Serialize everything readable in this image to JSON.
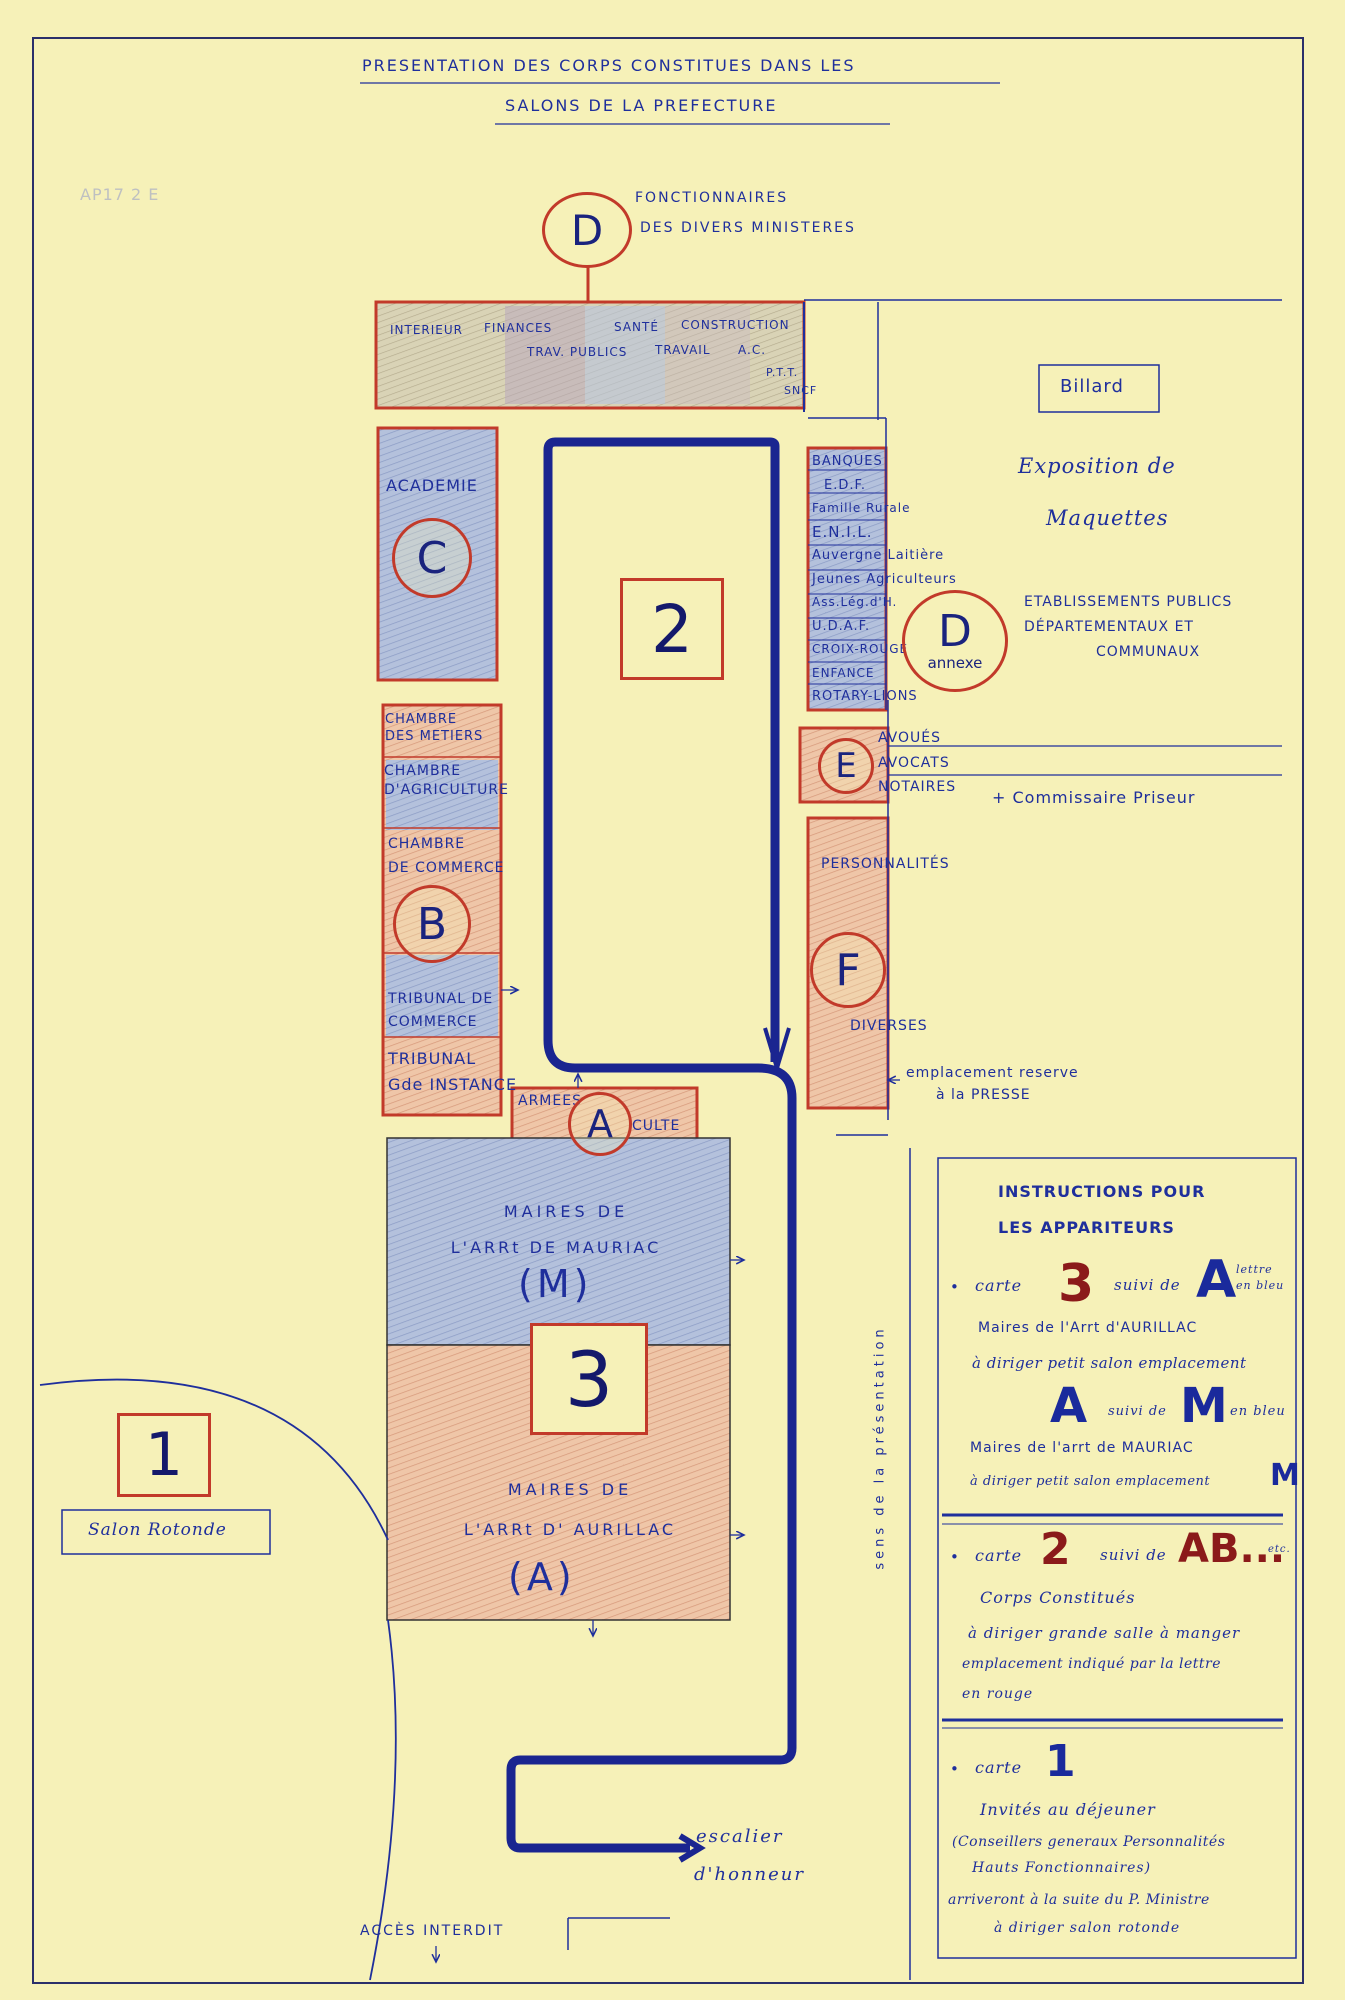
{
  "title": {
    "line1": "PRESENTATION DES CORPS CONSTITUES DANS LES",
    "line2": "SALONS DE LA PREFECTURE"
  },
  "stamp": "AP17 2 E",
  "groups": {
    "d_label": "D",
    "d_text1": "FONCTIONNAIRES",
    "d_text2": "DES DIVERS MINISTERES",
    "ministries": {
      "m1": "INTERIEUR",
      "m2": "FINANCES",
      "m3": "SANTÉ",
      "m4": "CONSTRUCTION",
      "m5": "TRAV. PUBLICS",
      "m6": "TRAVAIL",
      "m7": "A.C.",
      "m8": "P.T.T.",
      "m9": "SNCF"
    },
    "c_label": "C",
    "academie": "ACADEMIE",
    "b_label": "B",
    "chambre_metiers": [
      "CHAMBRE",
      "DES METIERS"
    ],
    "chambre_agri": [
      "CHAMBRE",
      "D'AGRICULTURE"
    ],
    "chambre_commerce": [
      "CHAMBRE",
      "DE COMMERCE"
    ],
    "tribunal_commerce": [
      "TRIBUNAL DE",
      "COMMERCE"
    ],
    "tribunal_instance": [
      "TRIBUNAL",
      "Gde INSTANCE"
    ],
    "a_label": "A",
    "armees": "ARMEES",
    "culte": "CULTE",
    "right_list": [
      "BANQUES",
      "E.D.F.",
      "Famille Rurale",
      "E.N.I.L.",
      "Auvergne Laitière",
      "Jeunes Agriculteurs",
      "Ass.Lég.d'H.",
      "U.D.A.F.",
      "CROIX-ROUGE",
      "ENFANCE",
      "ROTARY-LIONS"
    ],
    "d_annex_label": "D",
    "d_annex_text": "annexe",
    "e_label": "E",
    "avoues": "AVOUÉS",
    "avocats": "AVOCATS",
    "notaires": "NOTAIRES",
    "commissaire": "+ Commissaire Priseur",
    "f_label": "F",
    "personnalites": "PERSONNALITÉS",
    "diverses": "DIVERSES",
    "presse": [
      "emplacement reserve",
      "à la PRESSE"
    ]
  },
  "rooms": {
    "billard": "Billard",
    "expo": [
      "Exposition de",
      "Maquettes"
    ],
    "etablissements": [
      "ETABLISSEMENTS PUBLICS",
      "DÉPARTEMENTAUX ET",
      "COMMUNAUX"
    ],
    "salon2": "2",
    "salon3": "3",
    "mauriac": [
      "MAIRES DE",
      "L'ARRt DE MAURIAC",
      "(M)"
    ],
    "aurillac": [
      "MAIRES DE",
      "L'ARRt D' AURILLAC",
      "(A)"
    ],
    "salon1": "1",
    "rotonde": "Salon Rotonde",
    "sens": "sens de la présentation",
    "escalier": [
      "escalier",
      "d'honneur"
    ],
    "acces": "ACCÈS INTERDIT"
  },
  "instructions": {
    "title1": "INSTRUCTIONS POUR",
    "title2": "LES APPARITEURS",
    "s1_carte": "carte",
    "s1_num": "3",
    "s1_suivi": "suivi de",
    "s1_letter": "A",
    "s1_note": [
      "lettre",
      "en bleu"
    ],
    "s1_l1": "Maires de l'Arrt d'AURILLAC",
    "s1_l2": "à diriger petit salon emplacement",
    "s1_letter2": "A",
    "s1_suivi2": "suivi de",
    "s1_letter3": "M",
    "s1_enbleu": "en bleu",
    "s1_l3": "Maires de l'arrt de MAURIAC",
    "s1_l4": "à diriger petit salon emplacement",
    "s1_m": "M",
    "s2_carte": "carte",
    "s2_num": "2",
    "s2_suivi": "suivi de",
    "s2_letters": "AB...",
    "s2_etc": "etc.",
    "s2_l1": "Corps Constitués",
    "s2_l2": "à diriger grande salle à manger",
    "s2_l3": "emplacement indiqué par la lettre",
    "s2_l4": "en rouge",
    "s3_carte": "carte",
    "s3_num": "1",
    "s3_l1": "Invités au déjeuner",
    "s3_l2": "(Conseillers generaux Personnalités",
    "s3_l3": "Hauts Fonctionnaires)",
    "s3_l4": "arriveront à la suite du P. Ministre",
    "s3_l5": "à diriger salon rotonde"
  },
  "colors": {
    "paper": "#f6f1b8",
    "ink_blue": "#1f2f9c",
    "ink_red": "#c23a2a",
    "fill_blue": "#a9b9d8",
    "fill_pink": "#eec1a2"
  }
}
